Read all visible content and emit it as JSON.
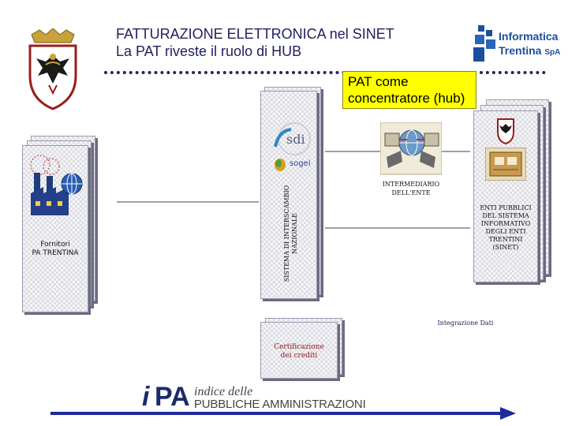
{
  "header": {
    "title_line1": "FATTURAZIONE ELETTRONICA nel SINET",
    "title_line2": "La PAT riveste il ruolo di HUB",
    "logo_text_line1": "Informatica",
    "logo_text_line2": "Trentina",
    "logo_text_suffix": "SpA"
  },
  "hub_note": {
    "line1": "PAT come",
    "line2": "concentratore (hub)"
  },
  "nodes": {
    "fornitori": {
      "line1": "Fornitori",
      "line2": "PA TRENTINA"
    },
    "sdi": {
      "vertical_line1": "SISTEMA DI INTERSCAMBIO",
      "vertical_line2": "NAZIONALE",
      "sogei": "sogei",
      "sdi_mark": "sdi"
    },
    "intermediario": {
      "line1": "INTERMEDIARIO",
      "line2": "DELL'ENTE"
    },
    "enti": {
      "line1": "ENTI PUBBLICI",
      "line2": "DEL SISTEMA",
      "line3": "INFORMATIVO",
      "line4": "DEGLI ENTI",
      "line5": "TRENTINI",
      "line6": "(SINET)"
    },
    "integrazione": "Integrazione Dati",
    "certificazione": {
      "line1": "Certificazione",
      "line2": "dei crediti"
    }
  },
  "ipa": {
    "i": "i",
    "pa": "PA",
    "indice": "indice delle",
    "pubbliche": "PUBBLICHE AMMINISTRAZIONI"
  },
  "colors": {
    "title": "#1f1f5e",
    "hub_note_bg": "#ffff00",
    "accent_blue": "#1b2a6b",
    "accent_red": "#8a1a1a"
  }
}
